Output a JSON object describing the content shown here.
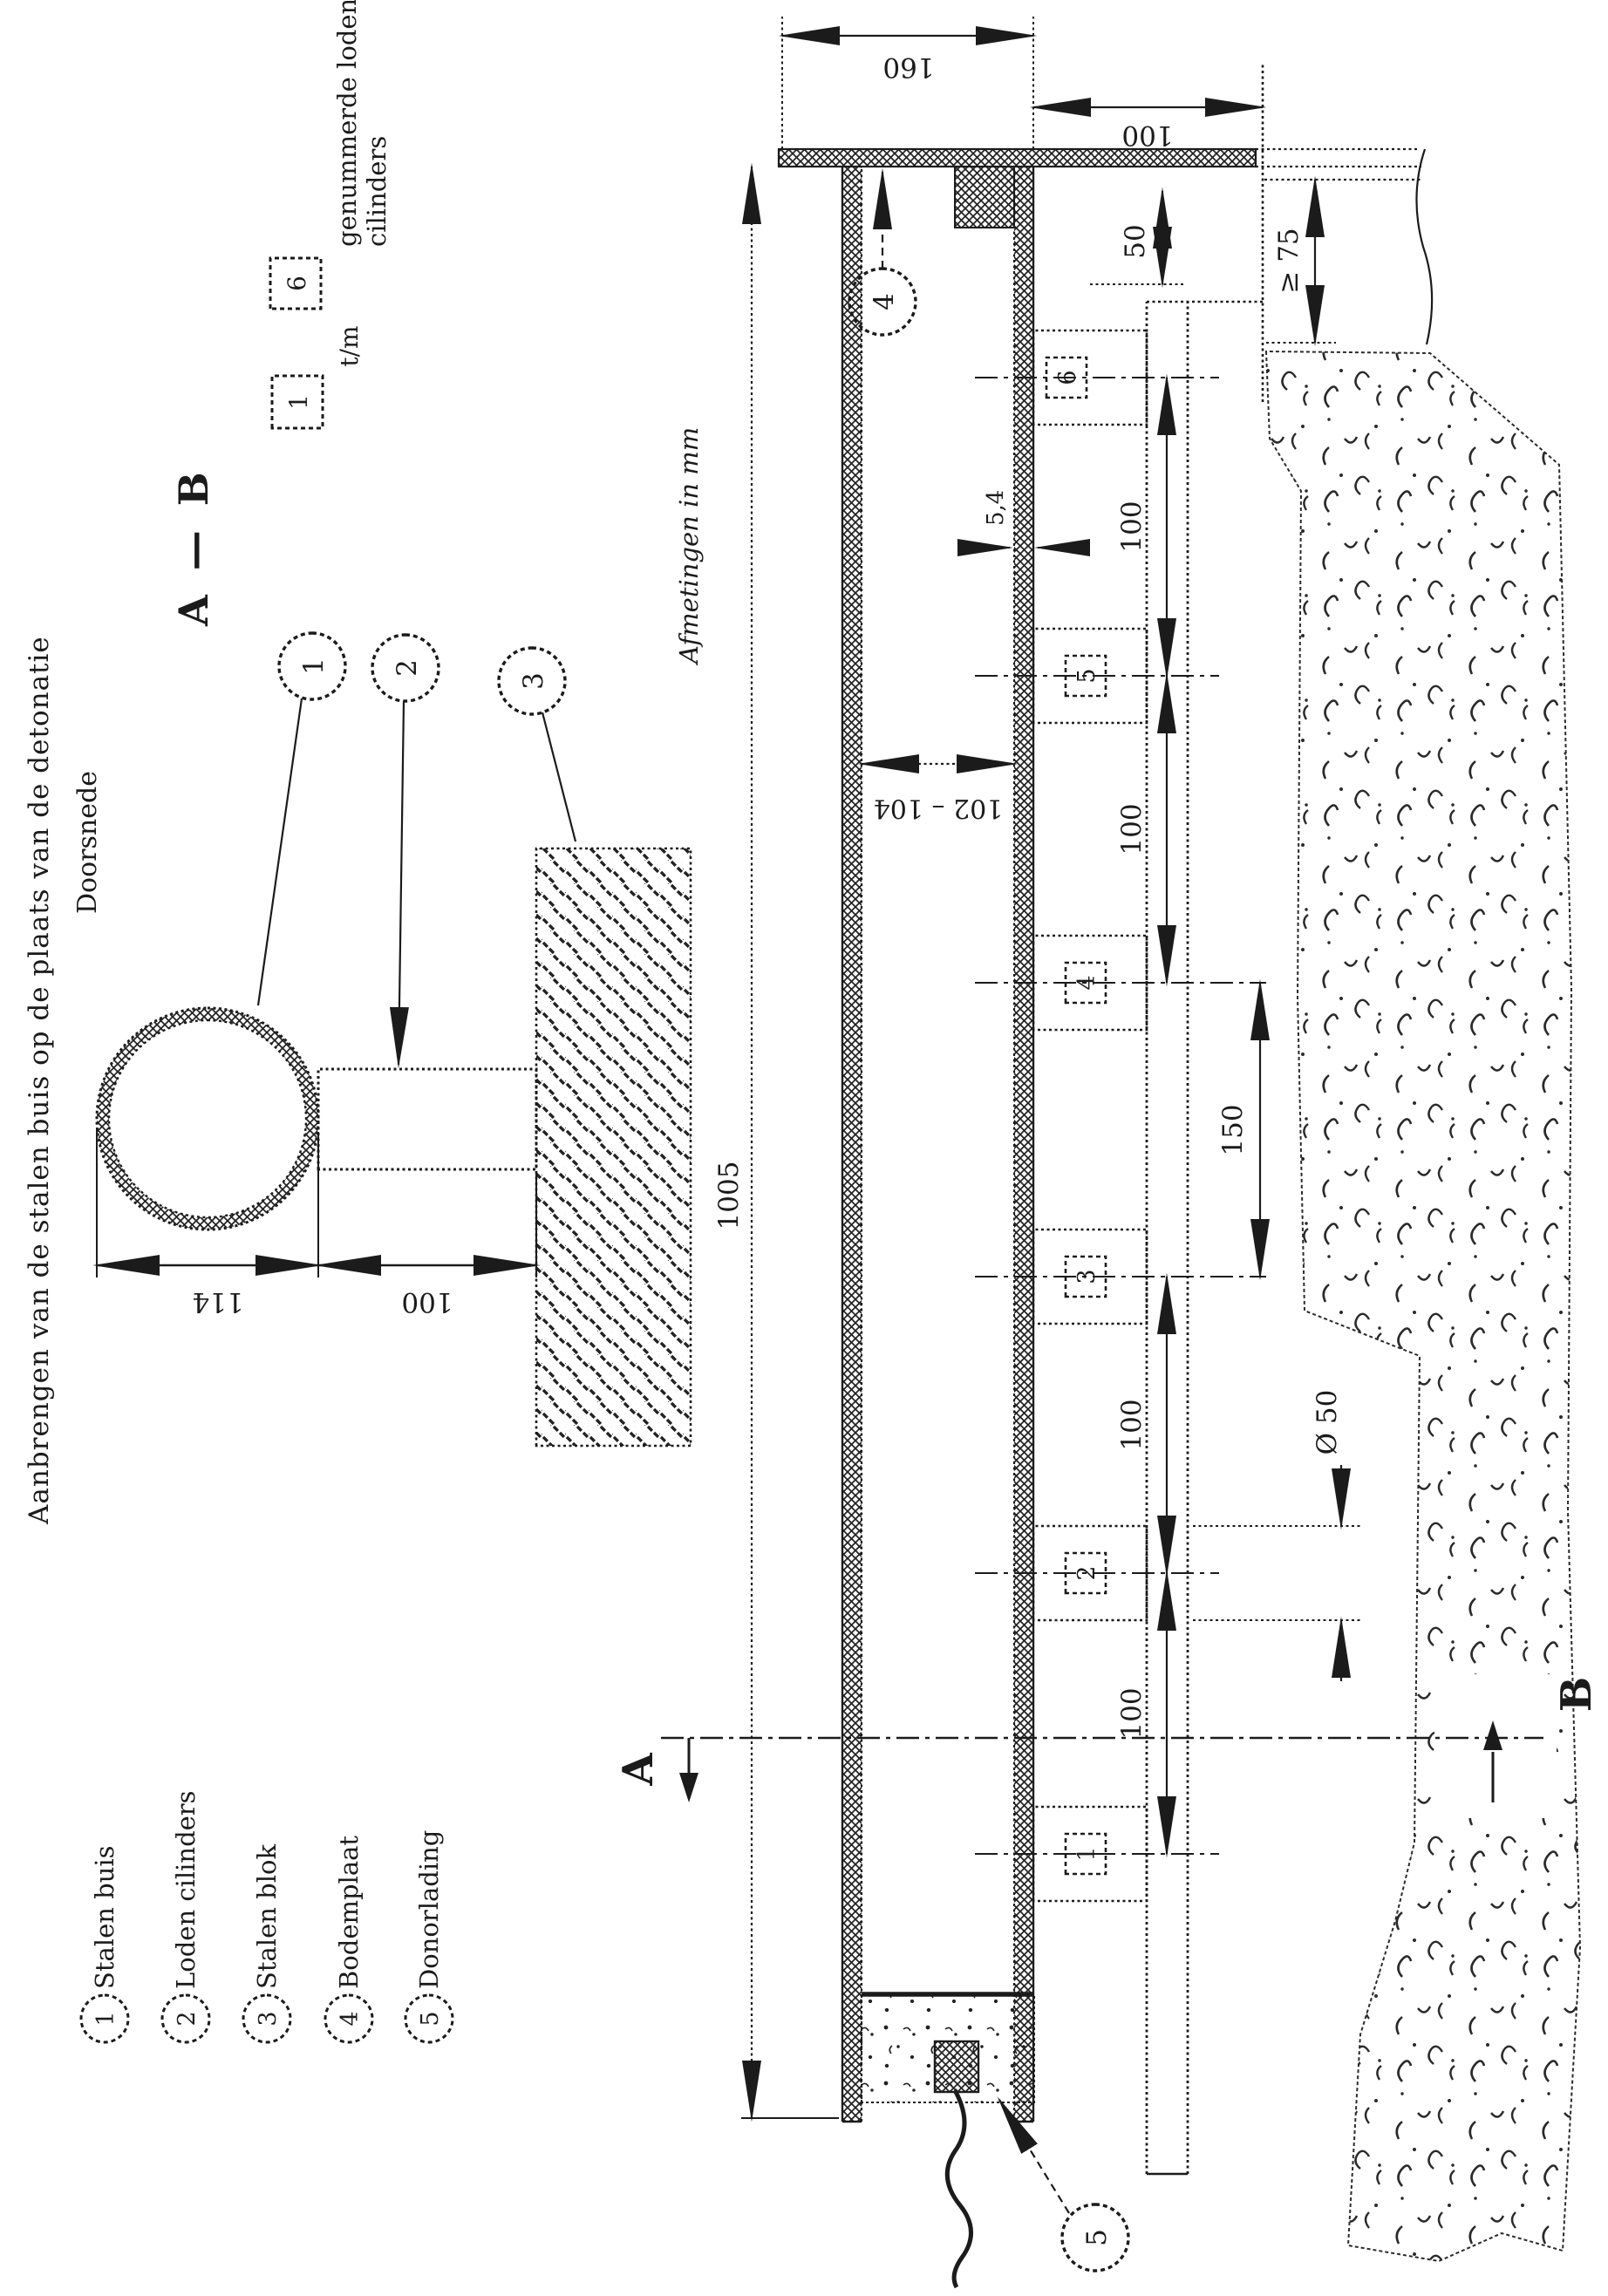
{
  "figure": {
    "title": "Aanbrengen van de stalen buis op de plaats van de detonatie",
    "units_note": "Afmetingen in mm",
    "section_view": {
      "prefix": "Doorsnede",
      "name": "A — B"
    },
    "legend": {
      "items": [
        {
          "num": "1",
          "label": "Stalen buis"
        },
        {
          "num": "2",
          "label": "Loden cilinders"
        },
        {
          "num": "3",
          "label": "Stalen blok"
        },
        {
          "num": "4",
          "label": "Bodemplaat"
        },
        {
          "num": "5",
          "label": "Donorlading"
        }
      ]
    },
    "cylinder_note": {
      "box_first": "1",
      "conj": "t/m",
      "box_last": "6",
      "line1": "genummerde loden",
      "line2": "cilinders"
    },
    "callouts": {
      "c1": "1",
      "c2": "2",
      "c3": "3",
      "c4": "4",
      "c5": "5"
    },
    "cylinder_labels": [
      "1",
      "2",
      "3",
      "4",
      "5",
      "6"
    ],
    "section_arrows": {
      "a": "A",
      "b": "B"
    },
    "dimensions": {
      "length": "1005",
      "inner_diameter": "102 – 104",
      "outer_diameter": "114",
      "cyl_height_cs": "100",
      "wall": "5,4",
      "end_height": "160",
      "end_gap": "100",
      "end_offset": "50",
      "edge_min": "≥ 75",
      "spacing": "100",
      "spacing_mid": "150",
      "cyl_diameter": "Ø 50"
    }
  }
}
